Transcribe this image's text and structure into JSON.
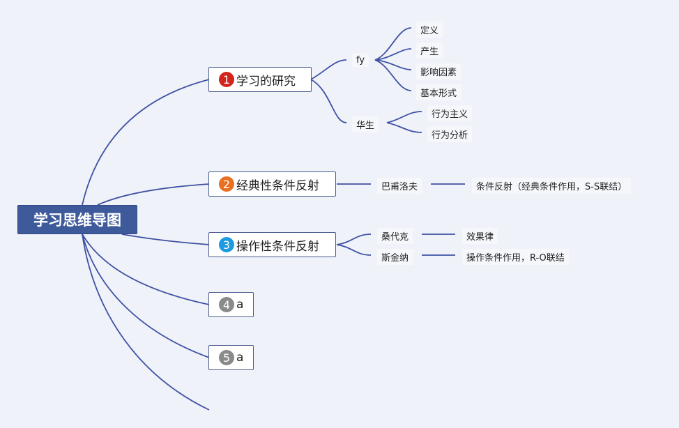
{
  "root": {
    "label": "学习思维导图"
  },
  "colors": {
    "line": "#3f51a3",
    "root_bg": "#3f5a9b",
    "badge_red": "#d5231d",
    "badge_orange": "#e8701f",
    "badge_blue": "#1d9be0",
    "badge_gray": "#8a8a8a"
  },
  "topics": [
    {
      "number": "1",
      "label": "学习的研究",
      "children": [
        {
          "label": "fy",
          "children": [
            "定义",
            "产生",
            "影响因素",
            "基本形式"
          ]
        },
        {
          "label": "华生",
          "children": [
            "行为主义",
            "行为分析"
          ]
        }
      ]
    },
    {
      "number": "2",
      "label": "经典性条件反射",
      "children": [
        {
          "label": "巴甫洛夫",
          "children": [
            "条件反射（经典条件作用，S-S联结）"
          ]
        }
      ]
    },
    {
      "number": "3",
      "label": "操作性条件反射",
      "children": [
        {
          "label": "桑代克",
          "children": [
            "效果律"
          ]
        },
        {
          "label": "斯金纳",
          "children": [
            "操作条件作用，R-O联结"
          ]
        }
      ]
    },
    {
      "number": "4",
      "label": "a"
    },
    {
      "number": "5",
      "label": "a"
    }
  ]
}
